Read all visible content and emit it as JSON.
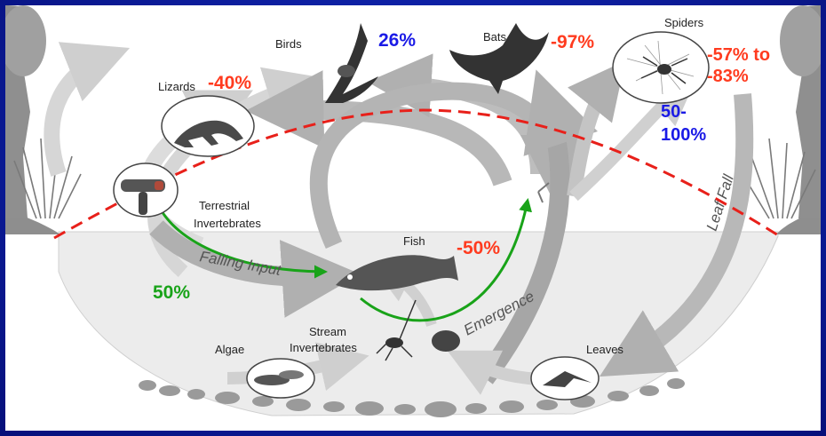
{
  "labels": {
    "birds": "Birds",
    "bats": "Bats",
    "spiders": "Spiders",
    "lizards": "Lizards",
    "terrestrial_line1": "Terrestrial",
    "terrestrial_line2": "Invertebrates",
    "fish": "Fish",
    "algae": "Algae",
    "stream_line1": "Stream",
    "stream_line2": "Invertebrates",
    "leaves": "Leaves",
    "falling_input": "Falling Input",
    "emergence": "Emergence",
    "leaf_fall": "Leaf Fall"
  },
  "percentages": {
    "birds": "26%",
    "bats": "-97%",
    "spiders_line1": "-57% to",
    "spiders_line2": "-83%",
    "spiders_blue_line1": "50-",
    "spiders_blue_line2": "100%",
    "lizards": "-40%",
    "fish": "-50%",
    "falling": "50%"
  },
  "colors": {
    "frame": "#0c1c9a",
    "increase": "#1a1ae6",
    "decrease": "#ff3b1f",
    "green": "#19a319",
    "arrow_gray": "#b8b8b8",
    "dashed_red": "#e8201a",
    "water": "#ececec"
  },
  "icons": [
    "bird-icon",
    "bat-icon",
    "spider-icon",
    "lizard-icon",
    "caterpillar-icon",
    "fish-icon",
    "algae-icon",
    "stream-insect-icon",
    "leaf-icon",
    "tree-icon",
    "grass-icon"
  ]
}
